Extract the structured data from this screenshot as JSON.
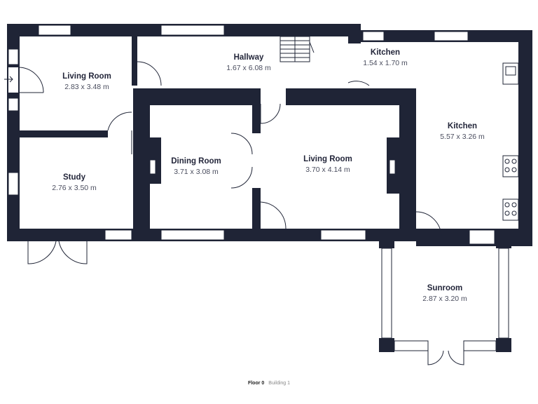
{
  "rooms": {
    "living_room_left": {
      "name": "Living Room",
      "size": "2.83 x 3.48 m"
    },
    "hallway": {
      "name": "Hallway",
      "size": "1.67 x 6.08 m"
    },
    "kitchen_small": {
      "name": "Kitchen",
      "size": "1.54 x 1.70 m"
    },
    "kitchen_main": {
      "name": "Kitchen",
      "size": "5.57 x 3.26 m"
    },
    "dining_room": {
      "name": "Dining Room",
      "size": "3.71 x 3.08 m"
    },
    "living_room_center": {
      "name": "Living Room",
      "size": "3.70 x 4.14 m"
    },
    "study": {
      "name": "Study",
      "size": "2.76 x 3.50 m"
    },
    "sunroom": {
      "name": "Sunroom",
      "size": "2.87 x 3.20 m"
    }
  },
  "footer": {
    "floor": "Floor 0",
    "building": "Building 1"
  },
  "colors": {
    "wall": "#1f2436",
    "text": "#23263a",
    "subtext": "#4a4d5e",
    "background": "#ffffff"
  },
  "icons": [
    "entrance-arrow-icon",
    "sink-icon",
    "hob-icon",
    "fireplace-icon",
    "stairs-icon"
  ]
}
